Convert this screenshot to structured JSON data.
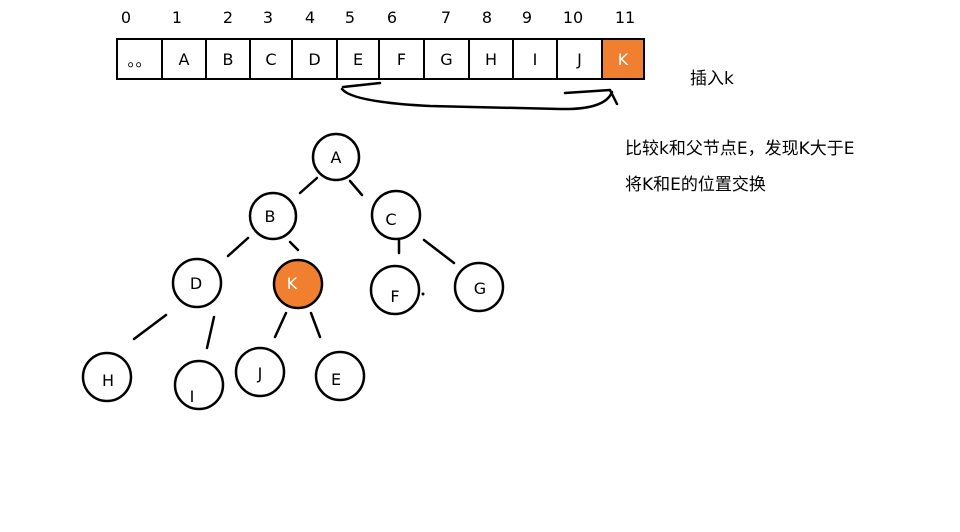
{
  "array": {
    "indices": [
      "0",
      "1",
      "2",
      "3",
      "4",
      "5",
      "6",
      "7",
      "8",
      "9",
      "10",
      "11"
    ],
    "cells": [
      "。。",
      "A",
      "B",
      "C",
      "D",
      "E",
      "F",
      "G",
      "H",
      "I",
      "J",
      "K"
    ],
    "highlight_index": 11
  },
  "labels": {
    "insert": "插入k",
    "note_line1": "比较k和父节点E，发现K大于E",
    "note_line2": "将K和E的位置交换"
  },
  "tree": {
    "nodes": [
      "A",
      "B",
      "C",
      "D",
      "K",
      "F",
      "G",
      "H",
      "I",
      "J",
      "E"
    ],
    "edges": [
      [
        "A",
        "B"
      ],
      [
        "A",
        "C"
      ],
      [
        "B",
        "D"
      ],
      [
        "B",
        "K"
      ],
      [
        "C",
        "F"
      ],
      [
        "C",
        "G"
      ],
      [
        "D",
        "H"
      ],
      [
        "D",
        "I"
      ],
      [
        "K",
        "J"
      ],
      [
        "K",
        "E"
      ]
    ],
    "highlight": "K"
  },
  "colors": {
    "highlight": "#f07f2f",
    "stroke": "#000000"
  }
}
